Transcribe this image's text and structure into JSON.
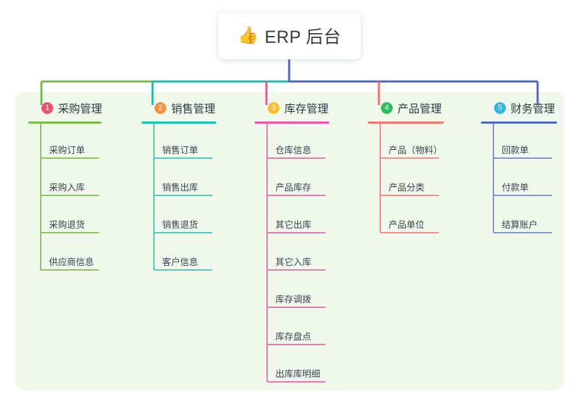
{
  "root": {
    "icon": "thumbs-up-icon",
    "emoji": "👍",
    "title": "ERP 后台"
  },
  "colors": {
    "panel_background": "#eff8ea",
    "page_background": "#ffffff",
    "branch_green": "#76bb43",
    "branch_teal": "#13c2ae",
    "branch_pink": "#f0509c",
    "branch_salmon": "#f4736e",
    "branch_blue": "#4a63c8",
    "badge_1": "#f2506e",
    "badge_2": "#f5923e",
    "badge_3": "#f7bf2e",
    "badge_4": "#2fbd62",
    "badge_5": "#31b5e8",
    "leaf_rule_green": "#8dc264",
    "leaf_rule_teal": "#52c9bd",
    "leaf_rule_pink": "#ef77b0",
    "leaf_rule_salmon": "#f58d88",
    "leaf_rule_blue": "#7e95d8",
    "title_text": "#2f3640",
    "leaf_text": "#3b4250"
  },
  "branches": [
    {
      "index": "1",
      "title": "采购管理",
      "badge_color": "#f2506e",
      "rule_color": "#76bb43",
      "leaf_rule_color": "#8dc264",
      "leaves": [
        "采购订单",
        "采购入库",
        "采购退货",
        "供应商信息"
      ]
    },
    {
      "index": "2",
      "title": "销售管理",
      "badge_color": "#f5923e",
      "rule_color": "#13c2ae",
      "leaf_rule_color": "#52c9bd",
      "leaves": [
        "销售订单",
        "销售出库",
        "销售退货",
        "客户信息"
      ]
    },
    {
      "index": "3",
      "title": "库存管理",
      "badge_color": "#f7bf2e",
      "rule_color": "#f0509c",
      "leaf_rule_color": "#ef77b0",
      "leaves": [
        "仓库信息",
        "产品库存",
        "其它出库",
        "其它入库",
        "库存调拨",
        "库存盘点",
        "出库库明细"
      ]
    },
    {
      "index": "4",
      "title": "产品管理",
      "badge_color": "#2fbd62",
      "rule_color": "#f4736e",
      "leaf_rule_color": "#f58d88",
      "leaves": [
        "产品（物料）",
        "产品分类",
        "产品单位"
      ]
    },
    {
      "index": "5",
      "title": "财务管理",
      "badge_color": "#31b5e8",
      "rule_color": "#4a63c8",
      "leaf_rule_color": "#7e95d8",
      "leaves": [
        "回款单",
        "付款单",
        "结算账户"
      ]
    }
  ]
}
